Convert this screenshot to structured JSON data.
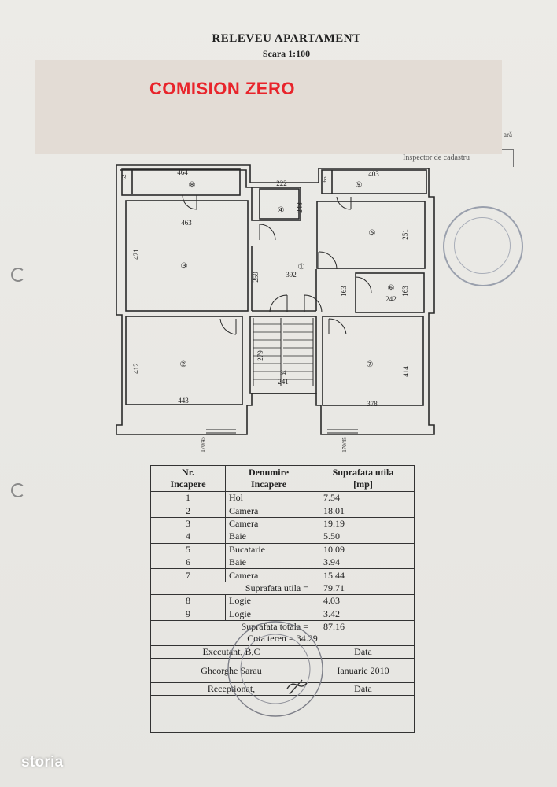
{
  "document": {
    "title": "RELEVEU APARTAMENT",
    "scale": "Scara 1:100",
    "inspector_label": "Inspector de cadastru",
    "fragment_text": "ară"
  },
  "banner": {
    "text": "COMISION ZERO",
    "text_color": "#e8242b",
    "background": "#e3dcd5"
  },
  "plan": {
    "dimensions": [
      "464",
      "222",
      "403",
      "463",
      "248",
      "251",
      "421",
      "392",
      "259",
      "163",
      "242",
      "163",
      "412",
      "279",
      "414",
      "241",
      "443",
      "378",
      "170/45",
      "170/45",
      "62",
      "65"
    ],
    "rooms": [
      "①",
      "②",
      "③",
      "④",
      "⑤",
      "⑥",
      "⑦",
      "⑧",
      "⑨",
      "34"
    ]
  },
  "table": {
    "headers": [
      "Nr.\nIncapere",
      "Denumire\nIncapere",
      "Suprafata utila\n[mp]"
    ],
    "rows": [
      {
        "nr": "1",
        "name": "Hol",
        "area": "7.54"
      },
      {
        "nr": "2",
        "name": "Camera",
        "area": "18.01"
      },
      {
        "nr": "3",
        "name": "Camera",
        "area": "19.19"
      },
      {
        "nr": "4",
        "name": "Baie",
        "area": "5.50"
      },
      {
        "nr": "5",
        "name": "Bucatarie",
        "area": "10.09"
      },
      {
        "nr": "6",
        "name": "Baie",
        "area": "3.94"
      },
      {
        "nr": "7",
        "name": "Camera",
        "area": "15.44"
      }
    ],
    "subtotal_label": "Suprafata utila =",
    "subtotal_value": "79.71",
    "loggia_rows": [
      {
        "nr": "8",
        "name": "Logie",
        "area": "4.03"
      },
      {
        "nr": "9",
        "name": "Logie",
        "area": "3.42"
      }
    ],
    "total_label": "Suprafata totala =",
    "total_value": "87.16",
    "land_share": "Cota teren = 34.29",
    "executant_label": "Executant, B,C",
    "date_label": "Data",
    "executant_name": "Gheorghe Sarau",
    "executant_date": "Ianuarie 2010",
    "received_label": "Receptionat,",
    "received_date_label": "Data"
  },
  "watermark": {
    "brand": "storia"
  }
}
